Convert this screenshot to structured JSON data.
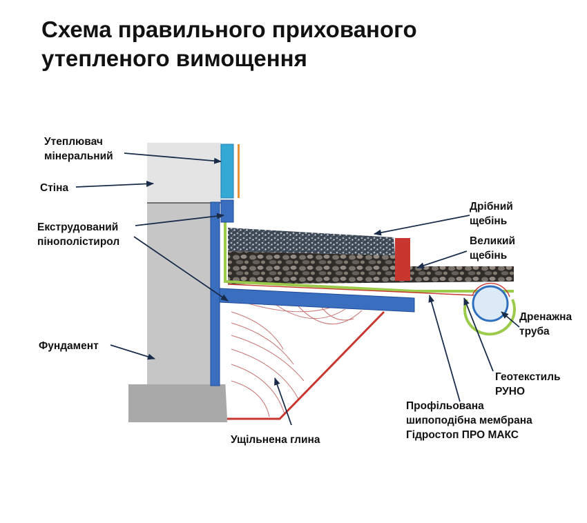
{
  "title": {
    "line1": "Схема правильного прихованого",
    "line2": "утепленого вимощення"
  },
  "labels": {
    "insulation_mineral": [
      "Утеплювач",
      "мінеральний"
    ],
    "wall": [
      "Стіна"
    ],
    "xps": [
      "Екструдований",
      "пінополістирол"
    ],
    "foundation": [
      "Фундамент"
    ],
    "fine_gravel": [
      "Дрібний",
      "щебінь"
    ],
    "coarse_gravel": [
      "Великий",
      "щебінь"
    ],
    "drain_pipe": [
      "Дренажна",
      "труба"
    ],
    "geotextile": [
      "Геотекстиль",
      "РУНО"
    ],
    "membrane": [
      "Профільована",
      "шипоподібна мембрана",
      "Гідростоп ПРО МАКС"
    ],
    "clay": [
      "Ущільнена глина"
    ]
  },
  "colors": {
    "wall": "#e4e4e4",
    "foundation": "#c6c6c6",
    "footing": "#a9a9a9",
    "xps": "#3a6fc0",
    "xps_stroke": "#1f4a9a",
    "mineral_wool": "#34a9d6",
    "orange_trim": "#e8953a",
    "membrane_green": "#9ccb4b",
    "red": "#c8372f",
    "pipe": "#dce9f7",
    "pipe_stroke": "#2f6fbf"
  }
}
